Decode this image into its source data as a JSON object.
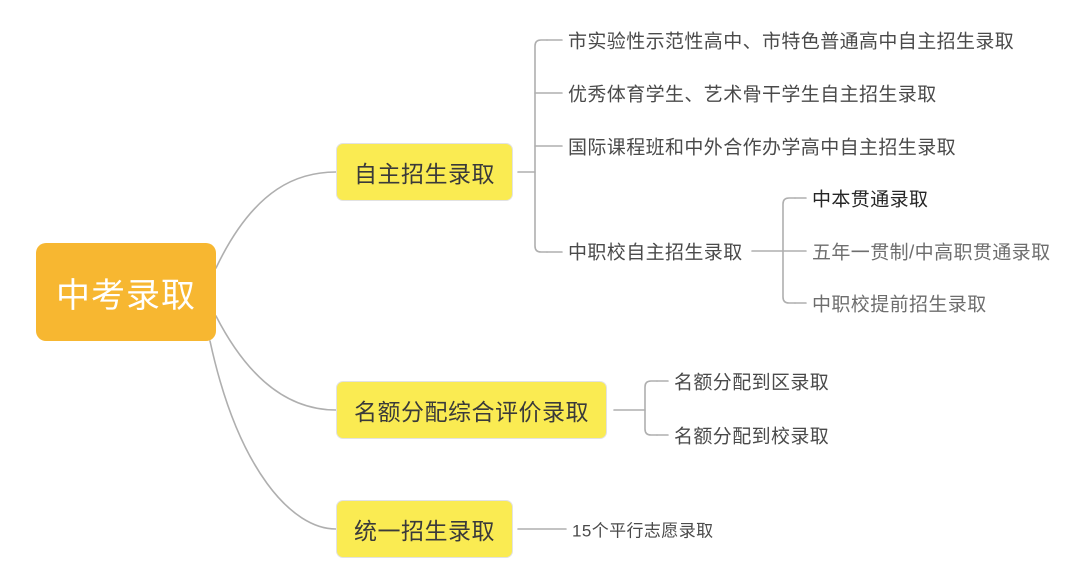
{
  "diagram": {
    "type": "mindmap",
    "title": "中考录取",
    "orientation": "left-to-right",
    "colors": {
      "root_fill": "#F7B731",
      "root_text": "#FFFFFF",
      "branch_fill": "#FAEB52",
      "branch_border": "#E2E2E2",
      "branch_text": "#3A3A3A",
      "leaf_text": "#4A4A4A",
      "leaf_text_dark": "#262626",
      "leaf_text_light": "#6E6E6E",
      "connector": "#AFAFAF",
      "background": "#FFFFFF"
    }
  },
  "root": {
    "label": "中考录取"
  },
  "branches": [
    {
      "label": "自主招生录取",
      "children": [
        {
          "label": "市实验性示范性高中、市特色普通高中自主招生录取"
        },
        {
          "label": "优秀体育学生、艺术骨干学生自主招生录取"
        },
        {
          "label": "国际课程班和中外合作办学高中自主招生录取"
        },
        {
          "label": "中职校自主招生录取",
          "children": [
            {
              "label": "中本贯通录取"
            },
            {
              "label": "五年一贯制/中高职贯通录取"
            },
            {
              "label": "中职校提前招生录取"
            }
          ]
        }
      ]
    },
    {
      "label": "名额分配综合评价录取",
      "children": [
        {
          "label": "名额分配到区录取"
        },
        {
          "label": "名额分配到校录取"
        }
      ]
    },
    {
      "label": "统一招生录取",
      "children": [
        {
          "label": "15个平行志愿录取"
        }
      ]
    }
  ]
}
